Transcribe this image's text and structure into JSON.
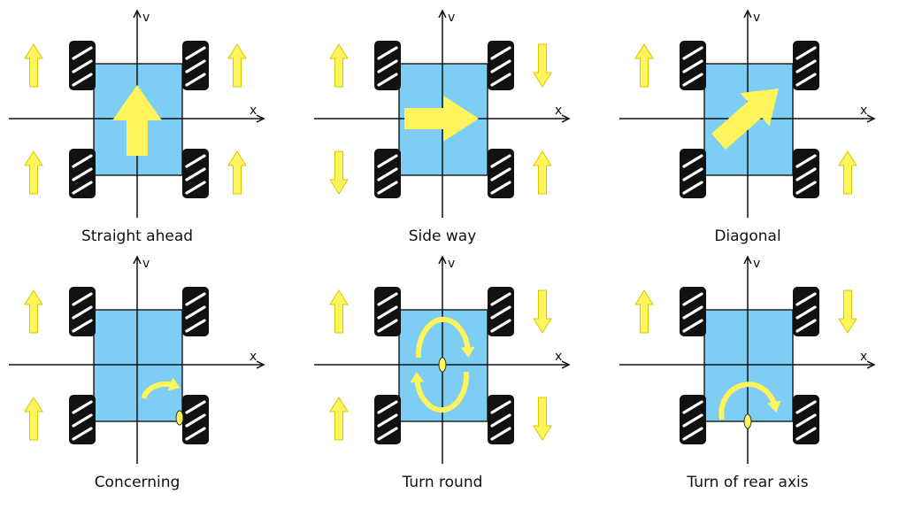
{
  "colors": {
    "body": "#7ecdf4",
    "arrow": "#fff45c",
    "arrow_stroke": "#d8c800",
    "wheel": "#111111",
    "axis": "#111111"
  },
  "axis_labels": {
    "x": "x",
    "y": "v"
  },
  "panels": [
    {
      "id": "straight-ahead",
      "caption": "Straight ahead",
      "wheels": {
        "fl": "up",
        "fr": "up",
        "rl": "up",
        "rr": "up"
      },
      "body_motion": "arrow-up"
    },
    {
      "id": "side-way",
      "caption": "Side way",
      "wheels": {
        "fl": "up",
        "fr": "down",
        "rl": "down",
        "rr": "up"
      },
      "body_motion": "arrow-right"
    },
    {
      "id": "diagonal",
      "caption": "Diagonal",
      "wheels": {
        "fl": "up",
        "fr": "none",
        "rl": "none",
        "rr": "up"
      },
      "body_motion": "arrow-diagonal"
    },
    {
      "id": "concerning",
      "caption": "Concerning",
      "wheels": {
        "fl": "up",
        "fr": "none",
        "rl": "up",
        "rr": "none"
      },
      "body_motion": "arc-rear-right"
    },
    {
      "id": "turn-round",
      "caption": "Turn round",
      "wheels": {
        "fl": "up",
        "fr": "down",
        "rl": "up",
        "rr": "down"
      },
      "body_motion": "rotate-center"
    },
    {
      "id": "turn-of-rear-axis",
      "caption": "Turn of rear axis",
      "wheels": {
        "fl": "up",
        "fr": "down",
        "rl": "none",
        "rr": "none"
      },
      "body_motion": "arc-rear-center"
    }
  ]
}
